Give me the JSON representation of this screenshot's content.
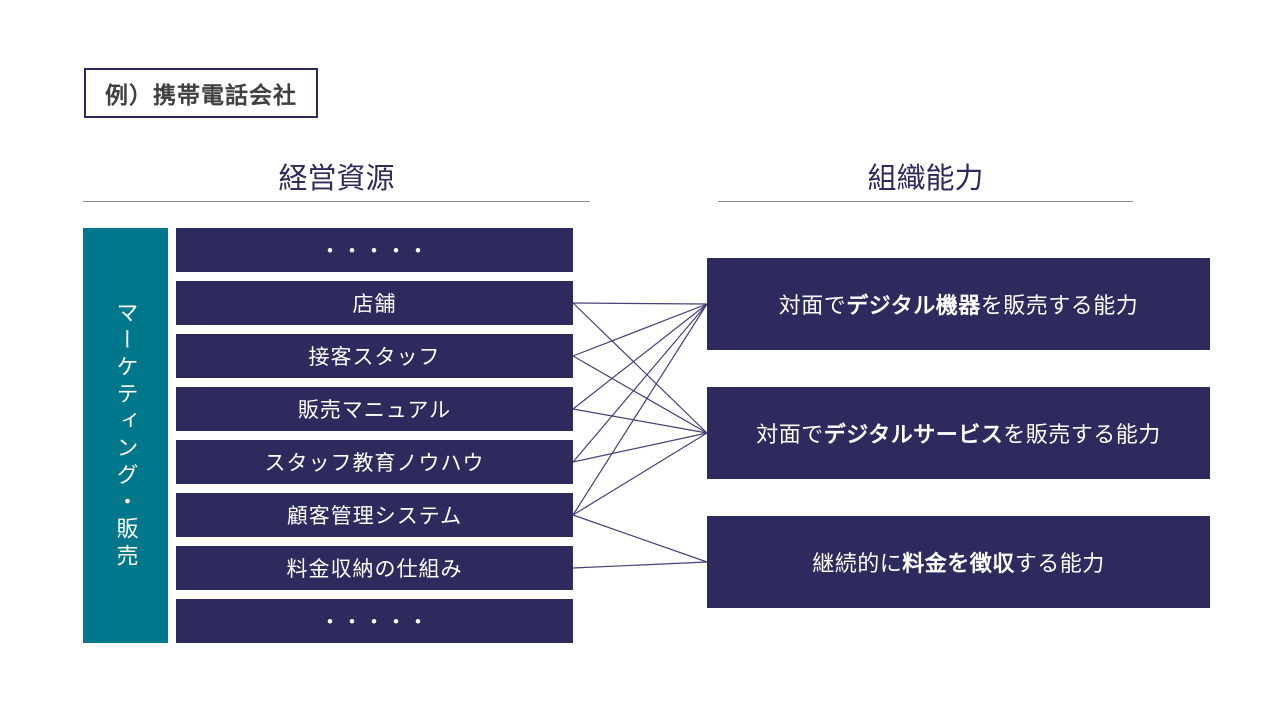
{
  "page": {
    "title_label": "例）携帯電話会社"
  },
  "left_section": {
    "header": "経営資源",
    "category_label": "マーケティング・販売",
    "resources": [
      "・・・・・",
      "店舗",
      "接客スタッフ",
      "販売マニュアル",
      "スタッフ教育ノウハウ",
      "顧客管理システム",
      "料金収納の仕組み",
      "・・・・・"
    ]
  },
  "right_section": {
    "header": "組織能力",
    "capabilities": [
      {
        "pre": "対面で",
        "bold": "デジタル機器",
        "post": "を販売する能力"
      },
      {
        "pre": "対面で",
        "bold": "デジタルサービス",
        "post": "を販売する能力"
      },
      {
        "pre": "継続的に",
        "bold": "料金を徴収",
        "post": "する能力"
      }
    ]
  },
  "connections": [
    {
      "from": 1,
      "to": 0
    },
    {
      "from": 1,
      "to": 1
    },
    {
      "from": 2,
      "to": 0
    },
    {
      "from": 2,
      "to": 1
    },
    {
      "from": 3,
      "to": 0
    },
    {
      "from": 3,
      "to": 1
    },
    {
      "from": 4,
      "to": 0
    },
    {
      "from": 4,
      "to": 1
    },
    {
      "from": 5,
      "to": 0
    },
    {
      "from": 5,
      "to": 1
    },
    {
      "from": 5,
      "to": 2
    },
    {
      "from": 6,
      "to": 2
    }
  ],
  "colors": {
    "box_navy": "#2d2a5e",
    "teal": "#00778a",
    "line": "#45427a",
    "header_text": "#2e2a5e",
    "underline": "#8b8b9b",
    "title_text": "#3f3f3f",
    "title_border": "#2e2a5e",
    "box_text": "#ffffff"
  }
}
